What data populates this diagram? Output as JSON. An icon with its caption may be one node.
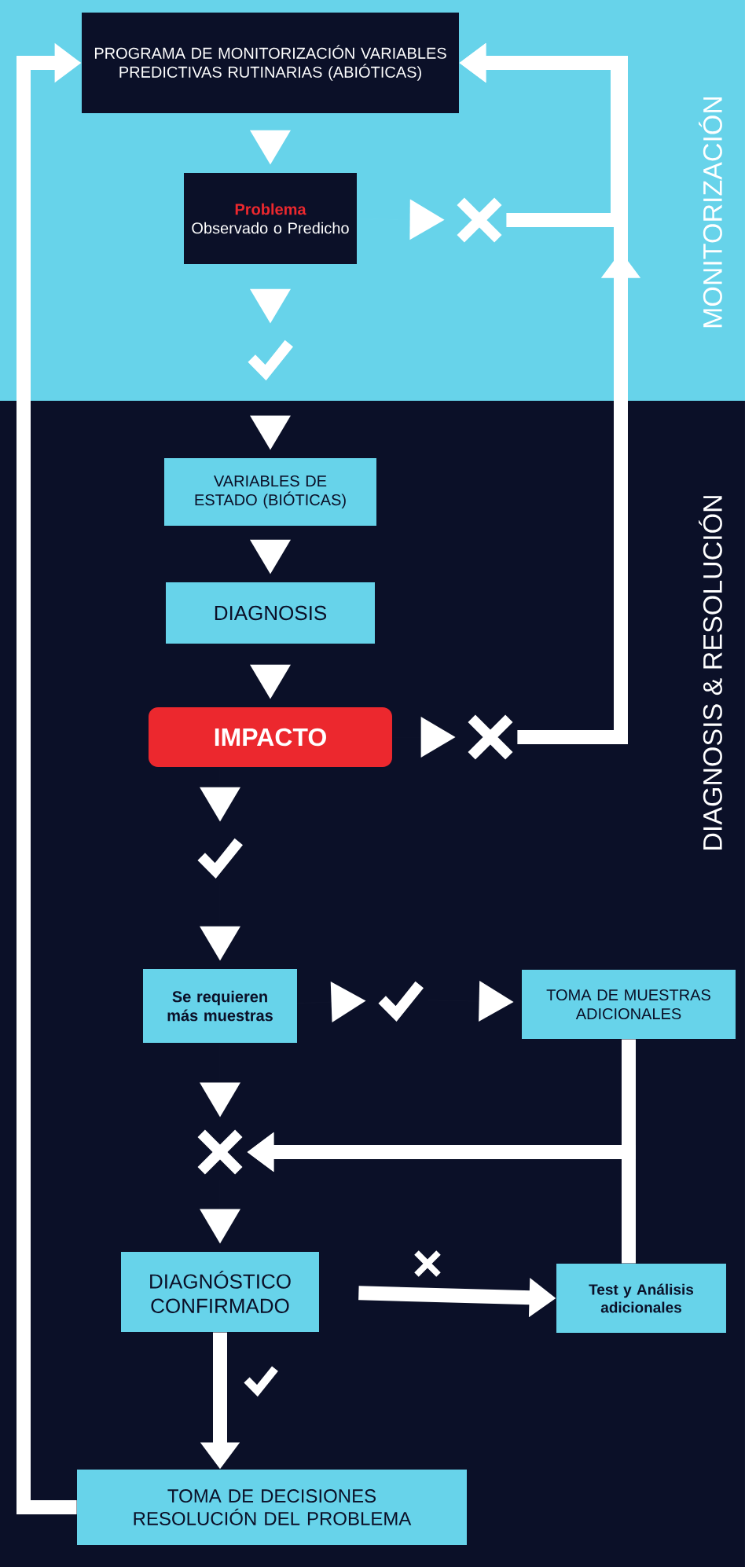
{
  "diagram": {
    "nodes": [
      {
        "text": [
          "PROGRAMA DE MONITORIZACIÓN VARIABLES PREDICTIVAS RUTINARIAS (ABIÓTICAS)"
        ]
      },
      {
        "text": [
          "Problema",
          "Observado o Predicho"
        ]
      },
      {
        "text": [],
        "shape": "cross"
      },
      {
        "text": [],
        "shape": "check"
      },
      {
        "text": [
          "VARIABLES DE ESTADO (BIÓTICAS)"
        ]
      },
      {
        "text": [
          "DIAGNOSIS"
        ]
      },
      {
        "text": [
          "IMPACTO"
        ]
      },
      {
        "text": [],
        "shape": "cross"
      },
      {
        "text": [],
        "shape": "check"
      },
      {
        "text": [
          "Se requieren más muestras"
        ]
      },
      {
        "text": [],
        "shape": "check"
      },
      {
        "text": [
          "TOMA DE MUESTRAS ADICIONALES"
        ]
      },
      {
        "text": [],
        "shape": "cross"
      },
      {
        "text": [
          "DIAGNÓSTICO CONFIRMADO"
        ]
      },
      {
        "text": [
          "Test y Análisis adicionales"
        ]
      },
      {
        "text": [
          "TOMA DE DECISIONES RESOLUCIÓN DEL PROBLEMA"
        ]
      }
    ],
    "edges": [
      {
        "from": 0,
        "to": 1,
        "arrow": "to"
      },
      {
        "from": 1,
        "to": 2,
        "arrow": "to"
      },
      {
        "from": 2,
        "to": 0,
        "arrow": "to"
      },
      {
        "from": 1,
        "to": 3,
        "arrow": "to"
      },
      {
        "from": 3,
        "to": 4,
        "arrow": "to"
      },
      {
        "from": 4,
        "to": 5,
        "arrow": "to"
      },
      {
        "from": 5,
        "to": 6,
        "arrow": "to"
      },
      {
        "from": 6,
        "to": 7,
        "arrow": "to"
      },
      {
        "from": 7,
        "to": 0,
        "arrow": "to"
      },
      {
        "from": 6,
        "to": 8,
        "arrow": "to"
      },
      {
        "from": 8,
        "to": 9,
        "arrow": "to"
      },
      {
        "from": 9,
        "to": 10,
        "arrow": "to"
      },
      {
        "from": 10,
        "to": 11,
        "arrow": "to"
      },
      {
        "from": 9,
        "to": 12,
        "arrow": "to"
      },
      {
        "from": 11,
        "to": 12,
        "arrow": "to"
      },
      {
        "from": 14,
        "to": 12,
        "arrow": "to"
      },
      {
        "from": 12,
        "to": 13,
        "arrow": "to"
      },
      {
        "from": 13,
        "to": 14,
        "arrow": "to"
      },
      {
        "from": 13,
        "to": 15,
        "arrow": "to"
      },
      {
        "from": 15,
        "to": 0,
        "arrow": "to"
      }
    ],
    "labels": [
      "MONITORIZACIÓN",
      "DIAGNOSIS & RESOLUCIÓN"
    ]
  }
}
